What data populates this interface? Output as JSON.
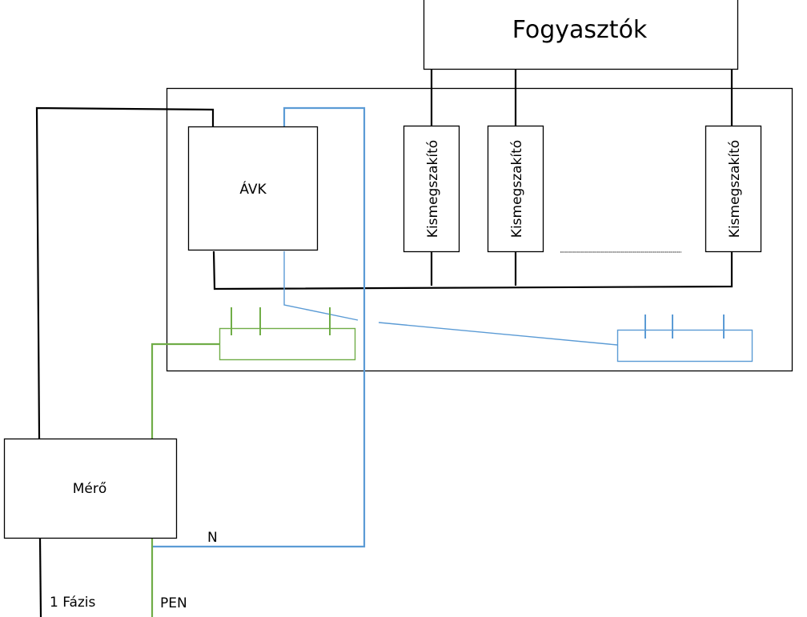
{
  "diagram": {
    "consumers_label": "Fogyasztók",
    "rcd_label": "ÁVK",
    "meter_label": "Mérő",
    "breakers": [
      {
        "label": "Kismegszakító"
      },
      {
        "label": "Kismegszakító"
      },
      {
        "label": "Kismegszakító"
      }
    ],
    "wire_labels": {
      "neutral": "N",
      "phase": "1 Fázis",
      "pen": "PEN"
    },
    "colors": {
      "phase": "#000000",
      "neutral": "#5b9bd5",
      "protective_earth": "#70ad47"
    }
  }
}
